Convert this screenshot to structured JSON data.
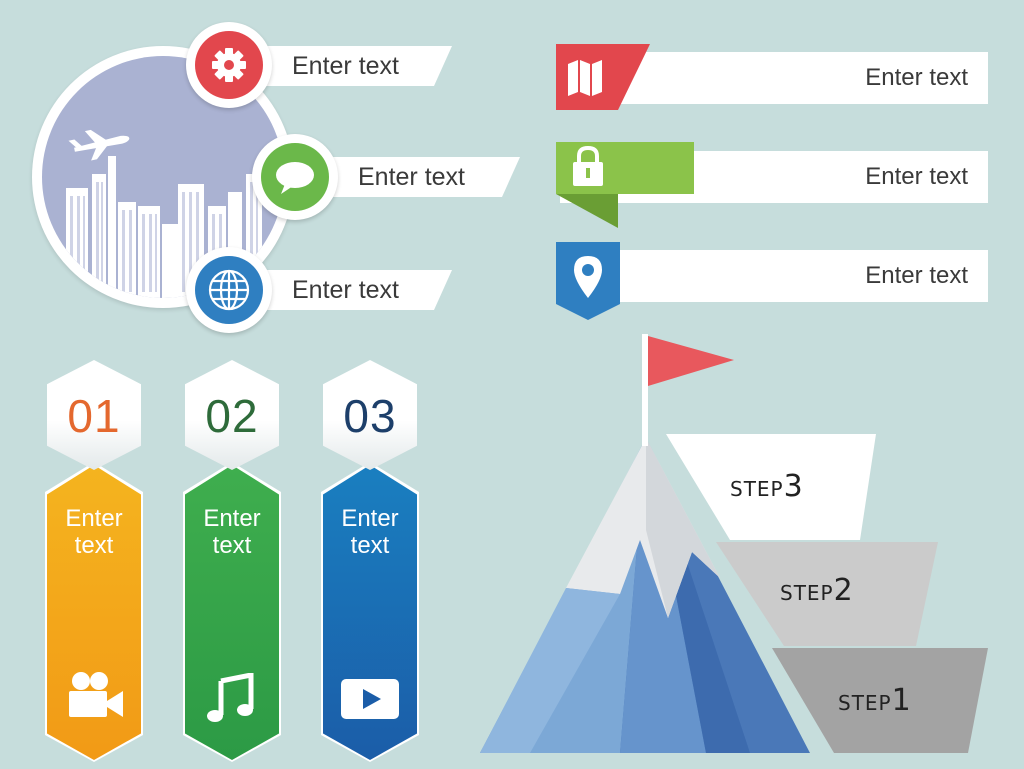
{
  "banners": [
    {
      "label": "Enter text",
      "icon": "gear-icon",
      "color": "#e2474d"
    },
    {
      "label": "Enter text",
      "icon": "speech-bubble-icon",
      "color": "#6bb84a"
    },
    {
      "label": "Enter text",
      "icon": "globe-icon",
      "color": "#2f7fc1"
    }
  ],
  "bars": [
    {
      "label": "Enter text",
      "icon": "map-icon",
      "color": "#e2474d"
    },
    {
      "label": "Enter text",
      "icon": "lock-icon",
      "color": "#8bc34a"
    },
    {
      "label": "Enter text",
      "icon": "location-pin-icon",
      "color": "#2f7fc1"
    }
  ],
  "columns": [
    {
      "number": "01",
      "label_line1": "Enter",
      "label_line2": "text",
      "icon": "video-camera-icon",
      "number_color": "#e4682e",
      "color_top": "#f4b41f",
      "color_bottom": "#f29a16"
    },
    {
      "number": "02",
      "label_line1": "Enter",
      "label_line2": "text",
      "icon": "music-note-icon",
      "number_color": "#2e6b3a",
      "color_top": "#3fae4e",
      "color_bottom": "#2c9a45"
    },
    {
      "number": "03",
      "label_line1": "Enter",
      "label_line2": "text",
      "icon": "play-button-icon",
      "number_color": "#1d3f6a",
      "color_top": "#1a7fc0",
      "color_bottom": "#1b5da8"
    }
  ],
  "steps": [
    {
      "prefix": "STEP",
      "num": "3",
      "color": "#ffffff"
    },
    {
      "prefix": "STEP",
      "num": "2",
      "color": "#cbcbcb"
    },
    {
      "prefix": "STEP",
      "num": "1",
      "color": "#a3a3a3"
    }
  ],
  "flag_color": "#e8585d"
}
